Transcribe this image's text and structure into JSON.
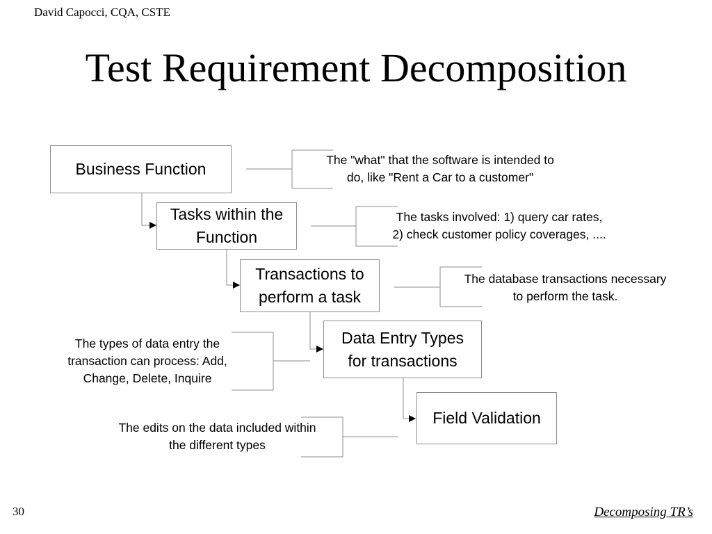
{
  "header": {
    "author": "David Capocci, CQA, CSTE",
    "title": "Test Requirement Decomposition"
  },
  "diagram": {
    "levels": [
      {
        "label": "Business Function",
        "note": "The \"what\" that the software is intended to\ndo, like \"Rent a Car to a customer\""
      },
      {
        "label": "Tasks within the\nFunction",
        "note": "The tasks involved: 1) query car rates,\n2) check customer policy coverages, ...."
      },
      {
        "label": "Transactions to\nperform a task",
        "note": "The database transactions necessary\nto perform the task."
      },
      {
        "label": "Data Entry Types\nfor transactions",
        "note": "The types of data entry the\ntransaction can process: Add,\nChange, Delete, Inquire"
      },
      {
        "label": "Field Validation",
        "note": "The edits on the data included within\nthe different types"
      }
    ]
  },
  "footer": {
    "page_number": "30",
    "link_text": "Decomposing TR’s"
  },
  "colors": {
    "box_border": "#8c8c8c",
    "connector": "#8c8c8c",
    "arrowhead": "#000000",
    "text": "#000000"
  }
}
